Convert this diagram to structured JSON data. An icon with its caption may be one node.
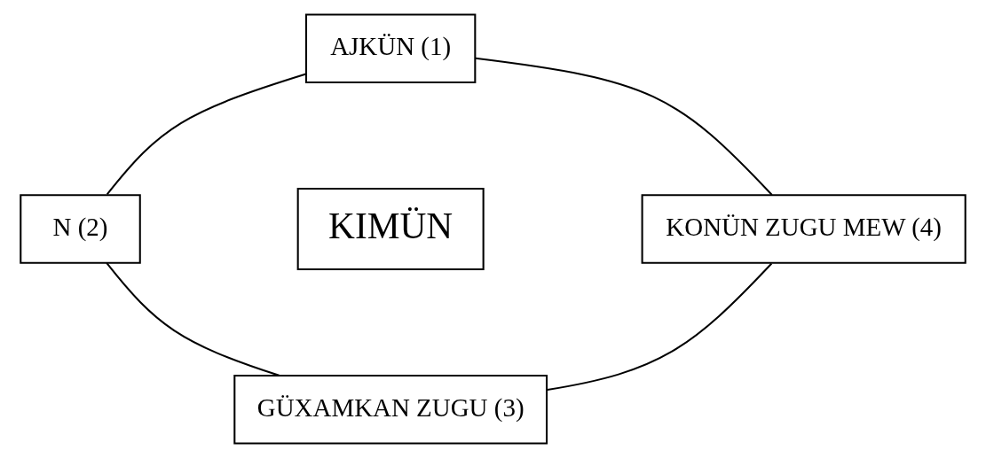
{
  "diagram": {
    "nodes": [
      {
        "text": [
          "AJKÜN (1)"
        ]
      },
      {
        "text": [
          "N (2)"
        ]
      },
      {
        "text": [
          "KIMÜN"
        ]
      },
      {
        "text": [
          "KONÜN ZUGU MEW (4)"
        ]
      },
      {
        "text": [
          "GÜXAMKAN ZUGU (3)"
        ]
      }
    ],
    "edges": [
      {
        "from": 0,
        "to": 1,
        "arrow": "none"
      },
      {
        "from": 0,
        "to": 3,
        "arrow": "none"
      },
      {
        "from": 1,
        "to": 4,
        "arrow": "none"
      },
      {
        "from": 3,
        "to": 4,
        "arrow": "none"
      }
    ]
  }
}
